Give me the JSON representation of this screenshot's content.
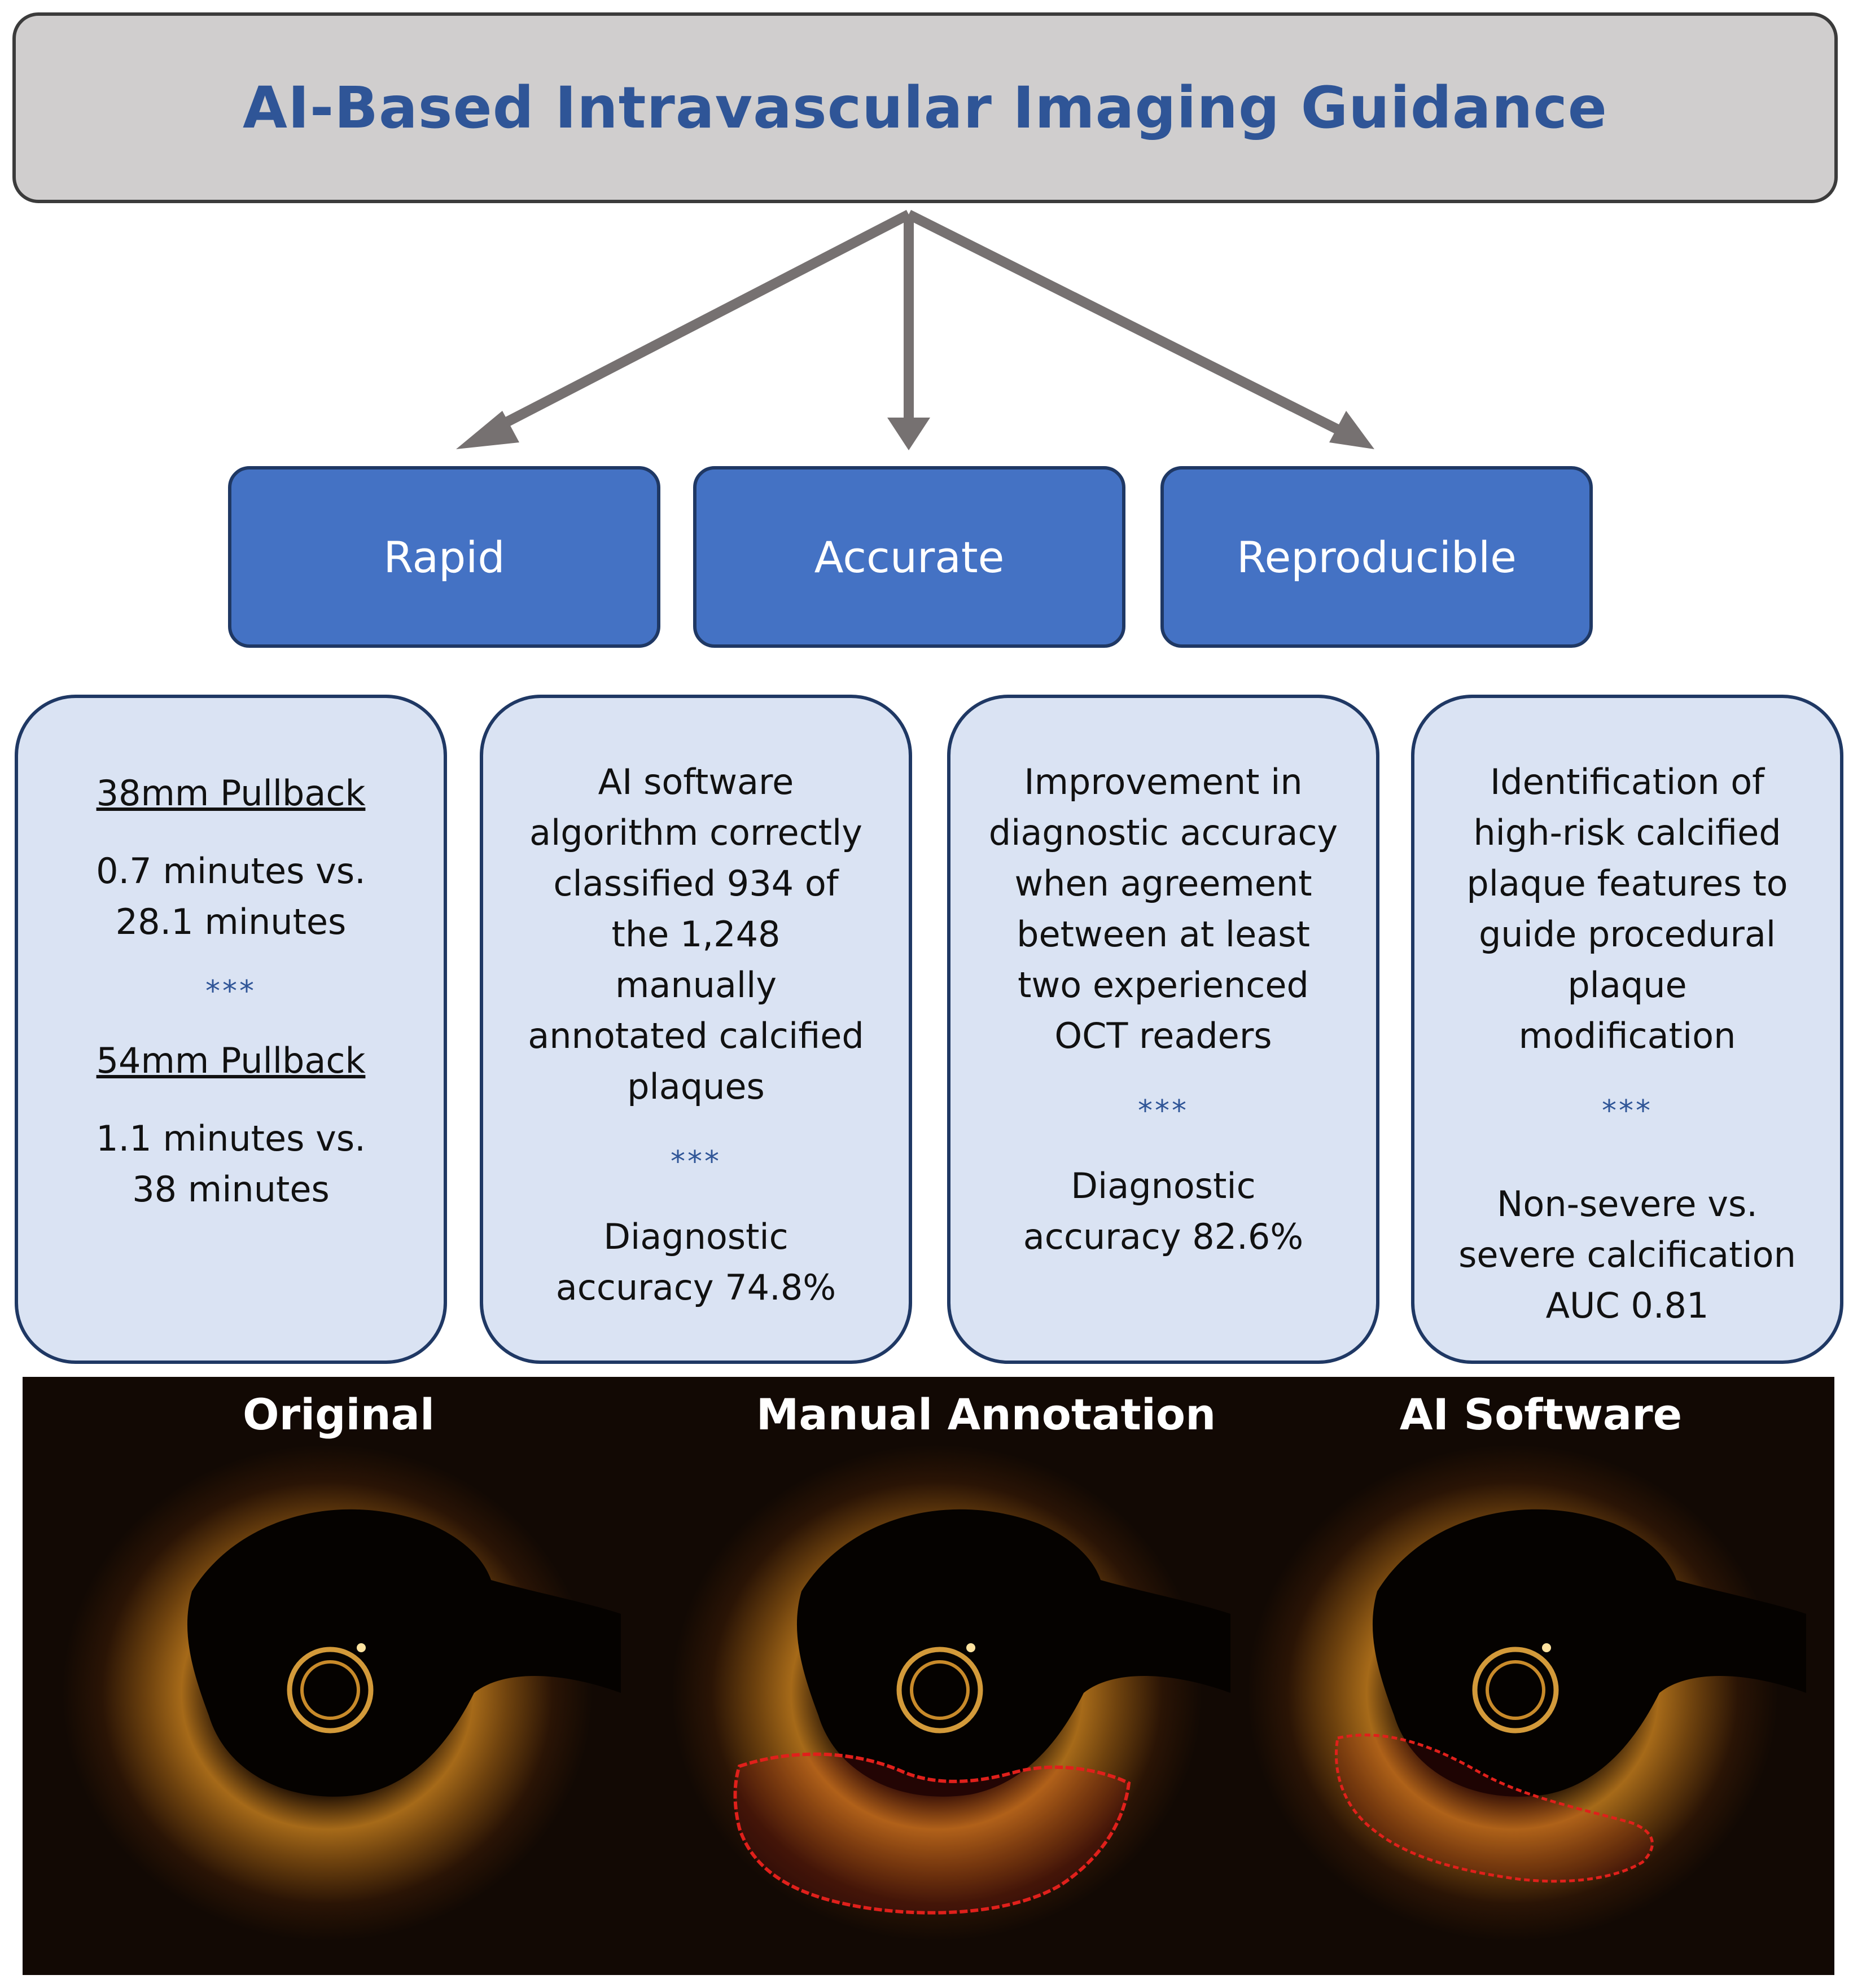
{
  "header": {
    "title": "AI-Based Intravascular Imaging Guidance"
  },
  "categories": [
    {
      "label": "Rapid"
    },
    {
      "label": "Accurate"
    },
    {
      "label": "Reproducible"
    }
  ],
  "cards": {
    "rapid": {
      "heading1": "38mm Pullback",
      "text1": "0.7 minutes vs. 28.1 minutes",
      "separator": "***",
      "heading2": "54mm Pullback",
      "text2": "1.1 minutes vs. 38 minutes"
    },
    "accurate": {
      "text1": "AI software algorithm correctly classified 934 of the 1,248 manually annotated calcified plaques",
      "separator": "***",
      "text2": "Diagnostic accuracy 74.8%"
    },
    "reproducible": {
      "text1": "Improvement in diagnostic accuracy when agreement between at least two experienced OCT readers",
      "separator": "***",
      "text2": "Diagnostic accuracy 82.6%"
    },
    "risk": {
      "text1": "Identification of high-risk calcified plaque features to guide procedural plaque modification",
      "separator": "***",
      "text2": "Non-severe vs. severe calcification AUC 0.81"
    }
  },
  "images": [
    {
      "label": "Original"
    },
    {
      "label": "Manual Annotation"
    },
    {
      "label": "AI Software"
    }
  ],
  "colors": {
    "title": "#2f5597",
    "category_fill": "#4472c4",
    "card_fill": "#dae3f3",
    "arrow": "#767171",
    "annotation": "#e0201b"
  }
}
